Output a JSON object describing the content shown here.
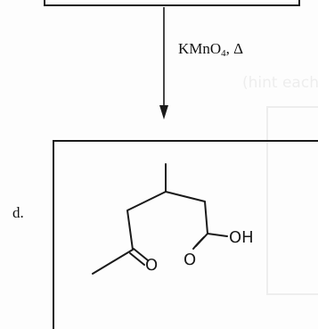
{
  "reagent": {
    "prefix": "KMnO",
    "subscript": "4",
    "suffix": ", Δ"
  },
  "question": {
    "label": "d."
  },
  "molecule": {
    "oxygen_label_1": "O",
    "oxygen_label_2": "O",
    "hydroxyl_label": "OH"
  },
  "faint_background_text": "(hint each)"
}
